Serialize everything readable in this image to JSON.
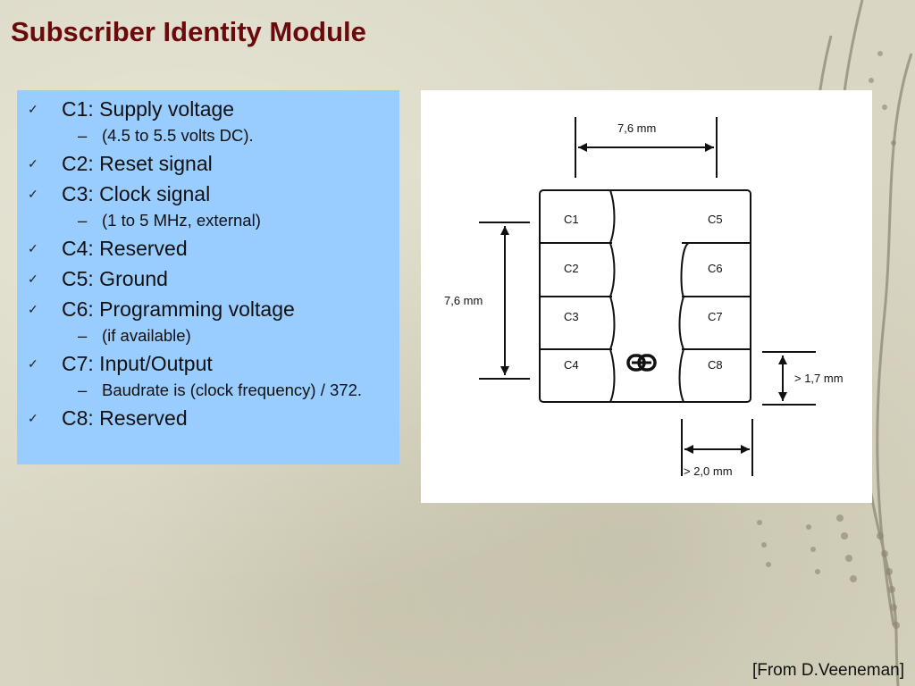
{
  "slide": {
    "title": "Subscriber Identity Module",
    "credit": "[From D.Veeneman]"
  },
  "bullets": [
    {
      "label": "C1: Supply voltage",
      "subs": [
        "(4.5 to 5.5 volts DC)."
      ]
    },
    {
      "label": "C2: Reset signal",
      "subs": []
    },
    {
      "label": "C3: Clock signal",
      "subs": [
        "(1 to 5 MHz, external)"
      ]
    },
    {
      "label": "C4: Reserved",
      "subs": []
    },
    {
      "label": "C5: Ground",
      "subs": []
    },
    {
      "label": "C6: Programming voltage",
      "subs": [
        "(if available)"
      ]
    },
    {
      "label": "C7: Input/Output",
      "subs": [
        "Baudrate is (clock frequency) / 372."
      ]
    },
    {
      "label": "C8: Reserved",
      "subs": []
    }
  ],
  "diagram": {
    "width_label": "7,6 mm",
    "height_label": "7,6 mm",
    "pad_height_label": "> 1,7 mm",
    "pad_width_label": "> 2,0 mm",
    "contacts_left": [
      "C1",
      "C2",
      "C3",
      "C4"
    ],
    "contacts_right": [
      "C5",
      "C6",
      "C7",
      "C8"
    ]
  },
  "icons": {
    "check": "check-icon",
    "dash": "dash-icon"
  },
  "colors": {
    "title": "#6b0a0a",
    "bullet_bg": "#99ccff"
  }
}
